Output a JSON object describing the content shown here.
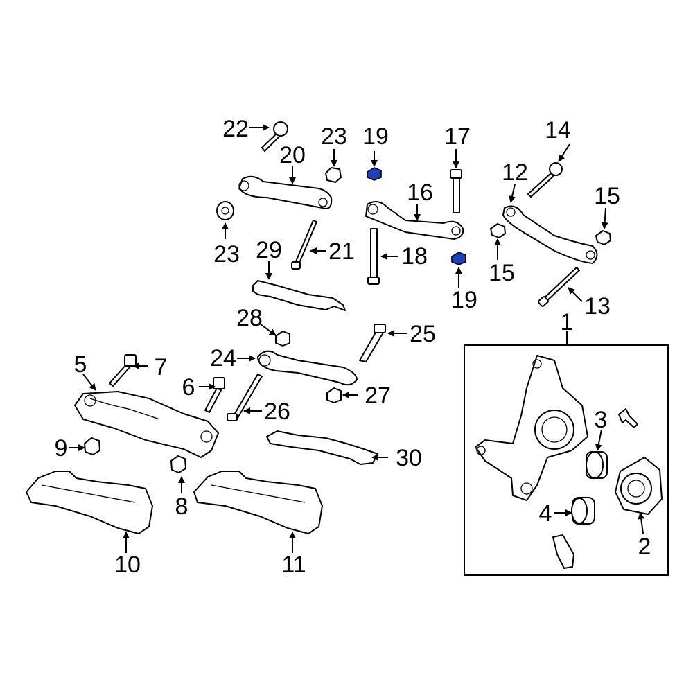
{
  "diagram": {
    "callouts": [
      "1",
      "2",
      "3",
      "4",
      "5",
      "6",
      "7",
      "8",
      "9",
      "10",
      "11",
      "12",
      "13",
      "14",
      "15",
      "15",
      "16",
      "17",
      "18",
      "19",
      "19",
      "20",
      "21",
      "22",
      "23",
      "23",
      "24",
      "25",
      "26",
      "27",
      "28",
      "29",
      "30"
    ],
    "highlight_color": "#1f3fbf"
  }
}
